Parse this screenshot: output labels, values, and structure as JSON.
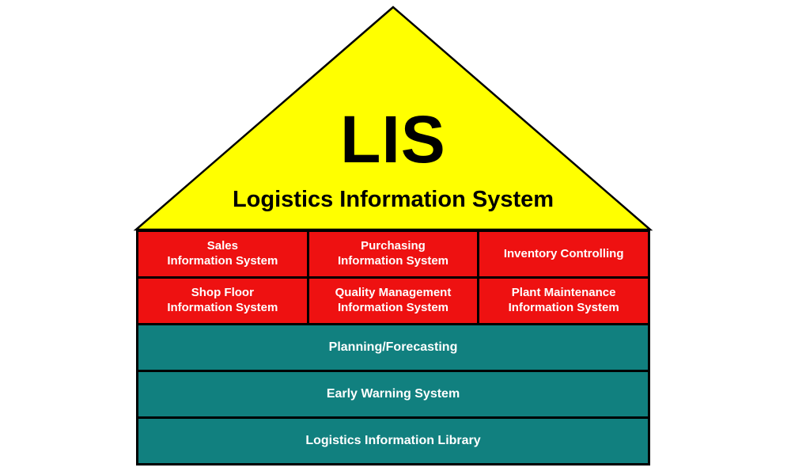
{
  "diagram": {
    "title": "LIS",
    "subtitle": "Logistics Information System",
    "modules": [
      "Sales\nInformation System",
      "Purchasing\nInformation System",
      "Inventory Controlling",
      "Shop Floor\nInformation System",
      "Quality Management\nInformation System",
      "Plant Maintenance\nInformation System"
    ],
    "layers": [
      "Planning/Forecasting",
      "Early Warning System",
      "Logistics Information Library"
    ]
  },
  "colors": {
    "background": "#ffffff",
    "roof": "#ffff00",
    "module": "#ee1111",
    "layer": "#11807f",
    "outline": "#000000",
    "roof_text": "#000000",
    "cell_text": "#ffffff"
  }
}
